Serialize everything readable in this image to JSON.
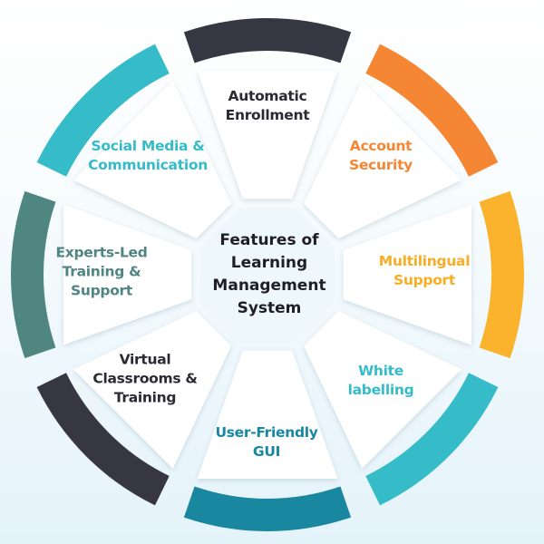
{
  "center_title": "Features of\nLearning\nManagement\nSystem",
  "segments": [
    {
      "label": "Automatic\nEnrollment",
      "arc_color": "#373744",
      "text_color": "#2a2a33"
    },
    {
      "label": "Account\nSecurity",
      "arc_color": "#f58634",
      "text_color": "#f58634"
    },
    {
      "label": "Multilingual\nSupport",
      "arc_color": "#fbb22c",
      "text_color": "#f7ad24"
    },
    {
      "label": "White\nlabelling",
      "arc_color": "#35bcc8",
      "text_color": "#35bcc8"
    },
    {
      "label": "User-Friendly\nGUI",
      "arc_color": "#1a87a0",
      "text_color": "#1a87a0"
    },
    {
      "label": "Virtual\nClassrooms &\nTraining",
      "arc_color": "#373744",
      "text_color": "#2a2a33"
    },
    {
      "label": "Experts-Led\nTraining &\nSupport",
      "arc_color": "#4f8682",
      "text_color": "#4f8682"
    },
    {
      "label": "Social Media &\nCommunication",
      "arc_color": "#35bcc8",
      "text_color": "#35bcc8"
    }
  ]
}
